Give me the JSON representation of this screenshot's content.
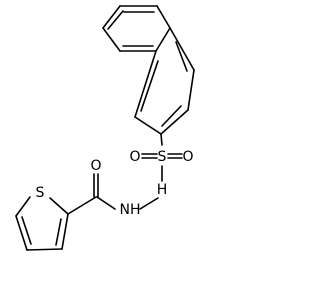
{
  "atom_labels": {
    "sulfonyl_sulfur": "S",
    "sulfonyl_oxygen_left": "O",
    "sulfonyl_oxygen_right": "O",
    "hydrazide_nh_lower": "NH",
    "hydrazide_nh_upper": "H",
    "carbonyl_oxygen": "O",
    "thiophene_sulfur": "S"
  },
  "colors": {
    "background": "#ffffff",
    "ink": "#000000"
  }
}
